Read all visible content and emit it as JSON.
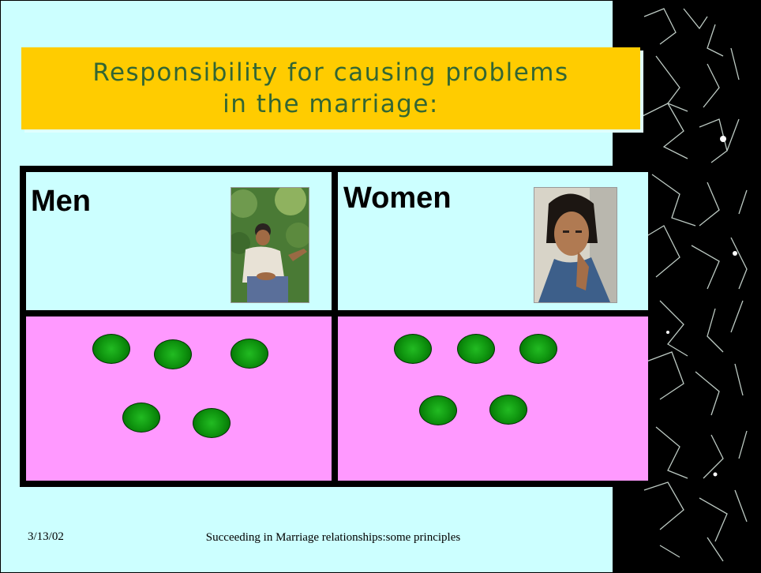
{
  "slide": {
    "title": "Responsibility for causing problems\nin the marriage:",
    "columns": [
      {
        "label": "Men",
        "photo_icon": "man-photo",
        "dots": 5
      },
      {
        "label": "Women",
        "photo_icon": "woman-photo",
        "dots": 5
      }
    ],
    "footer": {
      "date": "3/13/02",
      "text": "Succeeding in Marriage relationships:some principles"
    }
  },
  "colors": {
    "background": "#ccffff",
    "title_box": "#ffcc00",
    "title_text": "#336633",
    "bottom_cells": "#ff99ff",
    "dot": "#119911"
  }
}
